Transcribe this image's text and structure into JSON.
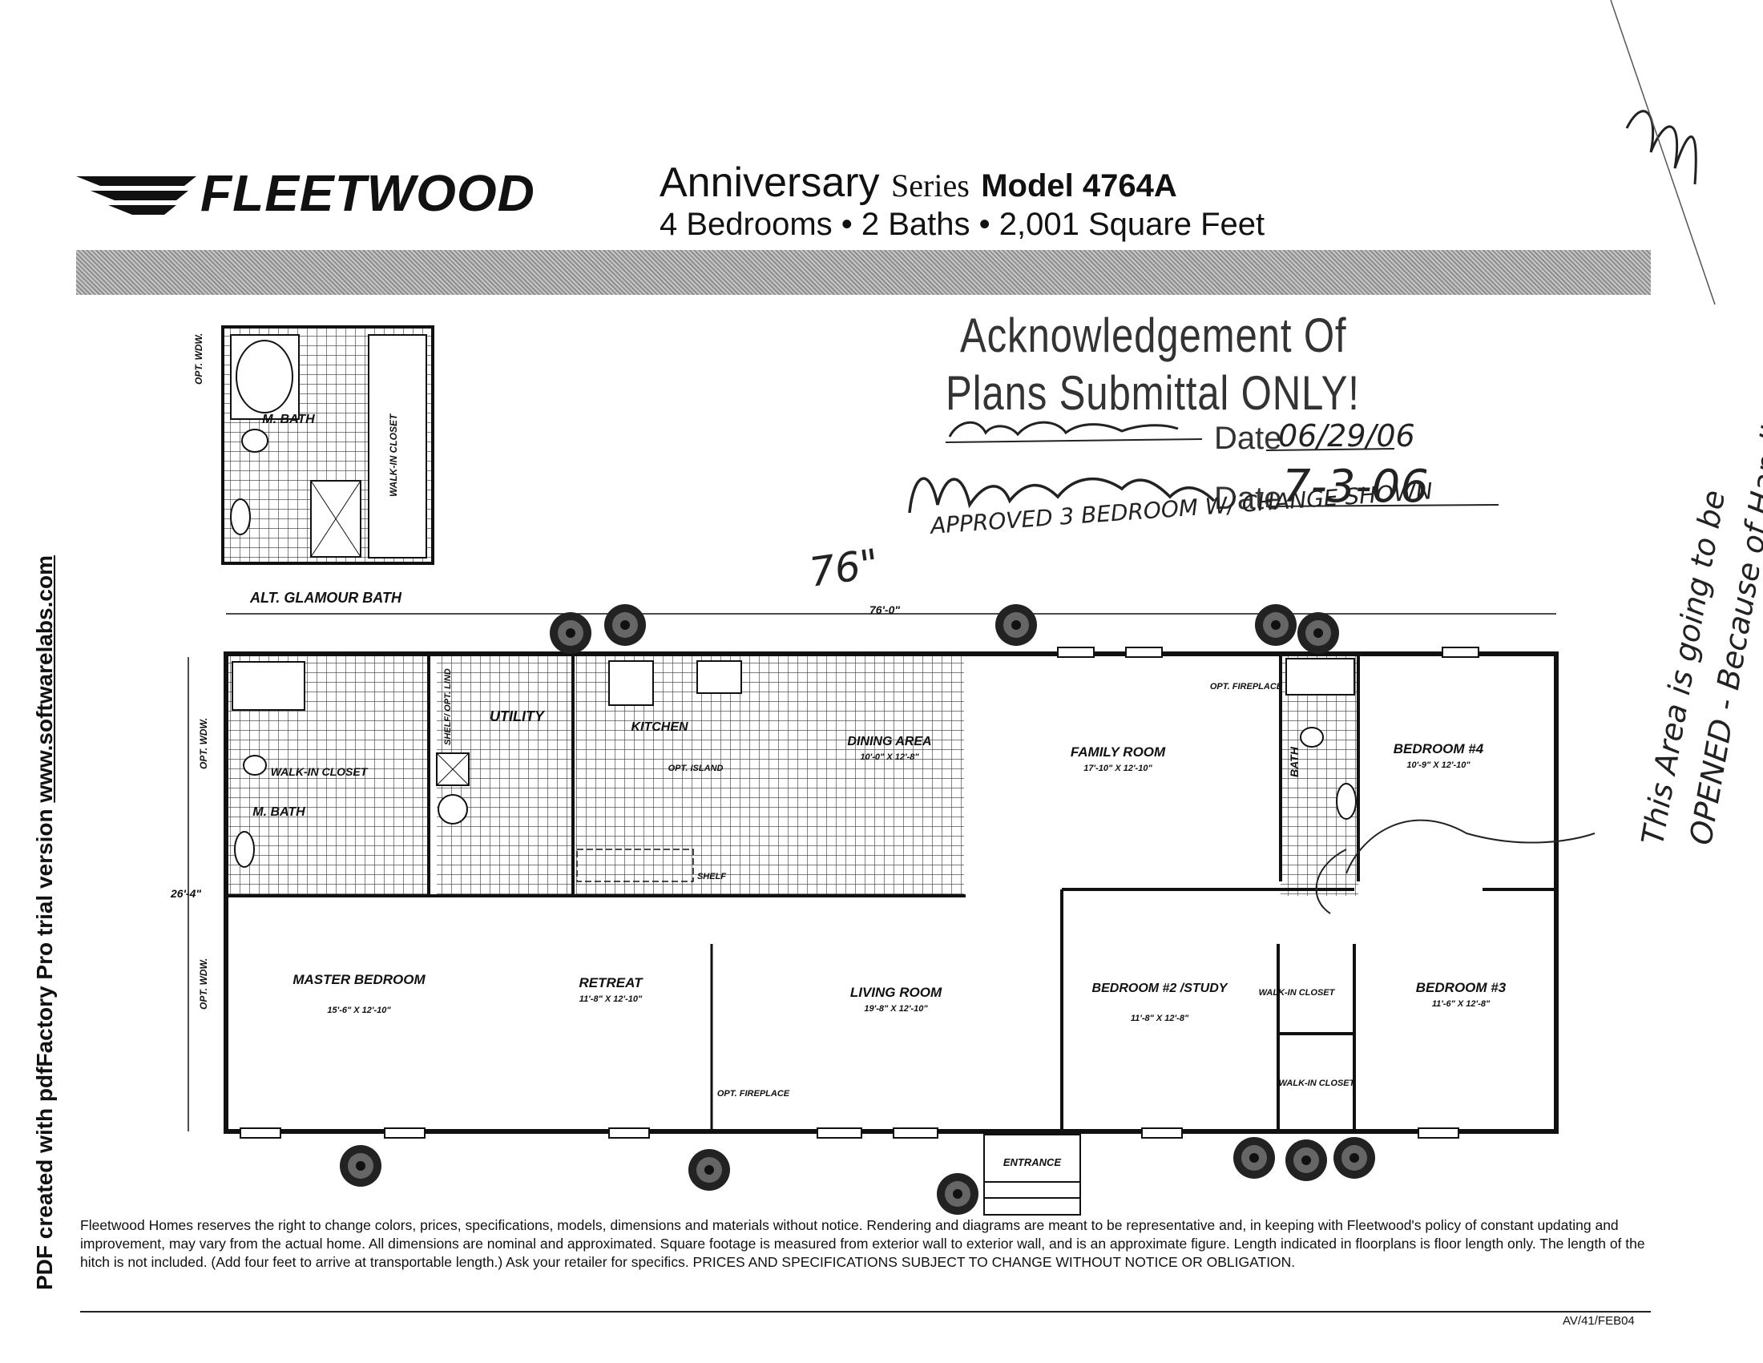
{
  "header": {
    "logo_text": "FLEETWOOD",
    "series_prefix": "Anniversary",
    "series_word": "Series",
    "model": "Model 4764A",
    "specs": "4 Bedrooms • 2 Baths • 2,001 Square Feet"
  },
  "stamp": {
    "line1": "Acknowledgement Of",
    "line2": "Plans Submittal ONLY!",
    "date_label": "Date",
    "date1": "06/29/06",
    "date2": "7-3-06"
  },
  "handwriting": {
    "approved": "APPROVED 3 BEDROOM W/ CHANGE SHOWN",
    "length": "76\"",
    "note1": "This Area is going to be",
    "note2": "OPENED - Because of Handicap Child"
  },
  "plan": {
    "alt_bath_label": "ALT. GLAMOUR BATH",
    "alt_bath_room": "M. BATH",
    "alt_bath_closet": "WALK-IN CLOSET",
    "opt_wdw": "OPT. WDW.",
    "dim_width": "76'-0\"",
    "dim_depth": "26'-4\"",
    "rooms": [
      {
        "name": "M. BATH",
        "size": ""
      },
      {
        "name": "WALK-IN CLOSET",
        "size": ""
      },
      {
        "name": "UTILITY",
        "size": ""
      },
      {
        "name": "KITCHEN",
        "size": ""
      },
      {
        "name": "OPT. ISLAND",
        "size": ""
      },
      {
        "name": "DINING AREA",
        "size": "10'-0\" X 12'-8\""
      },
      {
        "name": "FAMILY ROOM",
        "size": "17'-10\" X 12'-10\""
      },
      {
        "name": "BATH",
        "size": ""
      },
      {
        "name": "BEDROOM #4",
        "size": "10'-9\" X 12'-10\""
      },
      {
        "name": "MASTER BEDROOM",
        "size": "15'-6\" X 12'-10\""
      },
      {
        "name": "RETREAT",
        "size": "11'-8\" X 12'-10\""
      },
      {
        "name": "LIVING ROOM",
        "size": "19'-8\" X 12'-10\""
      },
      {
        "name": "BEDROOM #2 /STUDY",
        "size": "11'-8\" X 12'-8\""
      },
      {
        "name": "BEDROOM #3",
        "size": "11'-6\" X 12'-8\""
      }
    ],
    "labels": {
      "shelf_opt_lind": "SHELF/ OPT. LIND",
      "shelf": "SHELF",
      "opt_fireplace": "OPT. FIREPLACE",
      "walk_in_closet": "WALK-IN CLOSET",
      "entrance": "ENTRANCE"
    }
  },
  "sidebar": {
    "text": "PDF created with pdfFactory Pro trial version",
    "url": "www.softwarelabs.com"
  },
  "footer": {
    "disclaimer": "Fleetwood Homes reserves the right to change colors, prices, specifications, models, dimensions and materials without notice. Rendering and diagrams are meant to be representative and, in keeping with Fleetwood's policy of constant updating and improvement, may vary from the actual home. All dimensions are nominal and approximated. Square footage is measured from exterior wall to exterior wall, and is an approximate figure. Length indicated in floorplans is floor length only. The length of the hitch is not included. (Add four feet to arrive at transportable length.) Ask your retailer for specifics. PRICES AND SPECIFICATIONS SUBJECT TO CHANGE WITHOUT NOTICE OR OBLIGATION.",
    "code": "AV/41/FEB04"
  }
}
